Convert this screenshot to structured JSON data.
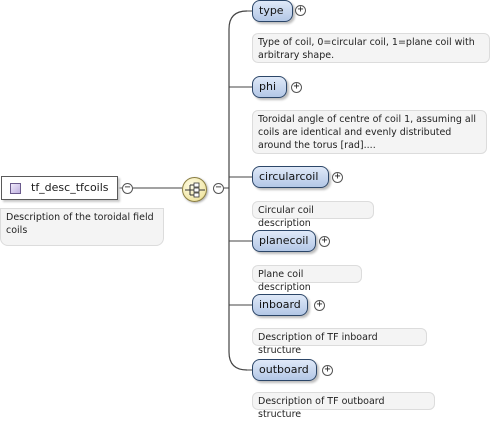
{
  "root": {
    "name": "tf_desc_tfcoils",
    "description": "Description of the toroidal field coils",
    "collapse_symbol": "−"
  },
  "sequence": {
    "collapse_symbol": "−"
  },
  "children": [
    {
      "name": "type",
      "description": "Type of coil, 0=circular coil, 1=plane coil with arbitrary shape.",
      "expand_symbol": "+"
    },
    {
      "name": "phi",
      "description": "Toroidal angle of centre of coil 1, assuming all coils are identical and evenly distributed around the torus [rad]....",
      "expand_symbol": "+"
    },
    {
      "name": "circularcoil",
      "description": "Circular coil description",
      "expand_symbol": "+"
    },
    {
      "name": "planecoil",
      "description": "Plane coil description",
      "expand_symbol": "+"
    },
    {
      "name": "inboard",
      "description": "Description of TF inboard structure",
      "expand_symbol": "+"
    },
    {
      "name": "outboard",
      "description": "Description of TF outboard structure",
      "expand_symbol": "+"
    }
  ]
}
